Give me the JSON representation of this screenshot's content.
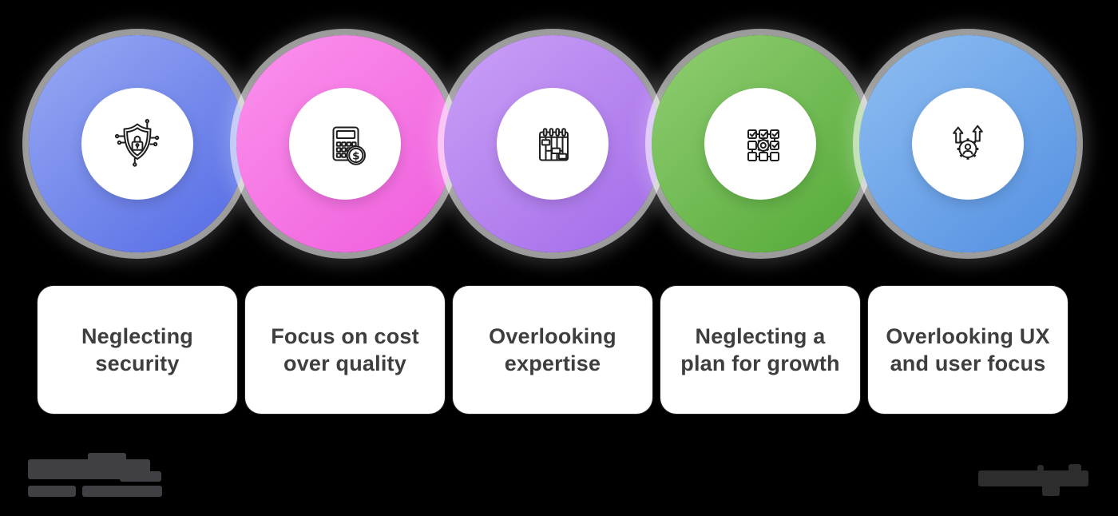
{
  "background": "#000000",
  "items": [
    {
      "title": "Neglecting\nsecurity",
      "icon": "shield-lock-icon",
      "ring_gradient": [
        "#93A5F2",
        "#5E74E7"
      ]
    },
    {
      "title": "Focus on cost\nover quality",
      "icon": "calculator-dollar-icon",
      "ring_gradient": [
        "#FA8EEB",
        "#F165DF"
      ]
    },
    {
      "title": "Overlooking\nexpertise",
      "icon": "gantt-chart-icon",
      "ring_gradient": [
        "#C79CF5",
        "#A873EB"
      ]
    },
    {
      "title": "Neglecting a\nplan for growth",
      "icon": "workflow-gear-icon",
      "ring_gradient": [
        "#8CCB6E",
        "#5CAE3F"
      ]
    },
    {
      "title": "Overlooking UX\nand user focus",
      "icon": "user-gear-arrows-icon",
      "ring_gradient": [
        "#8ABAF0",
        "#5B96E4"
      ]
    }
  ],
  "style": {
    "card_background": "#FFFFFF",
    "card_text_color": "#3E3E3E",
    "icon_stroke": "#1E1E1E",
    "inner_disc_color": "#FFFFFF",
    "halo_color": "rgba(255,255,255,0.55)"
  },
  "footer": {
    "left_brand": {
      "description": "illegible blurred logo",
      "color": "#3F3F44"
    },
    "right_brand": {
      "description": "illegible blurred wordmark",
      "color": "#2D2D2D"
    }
  }
}
